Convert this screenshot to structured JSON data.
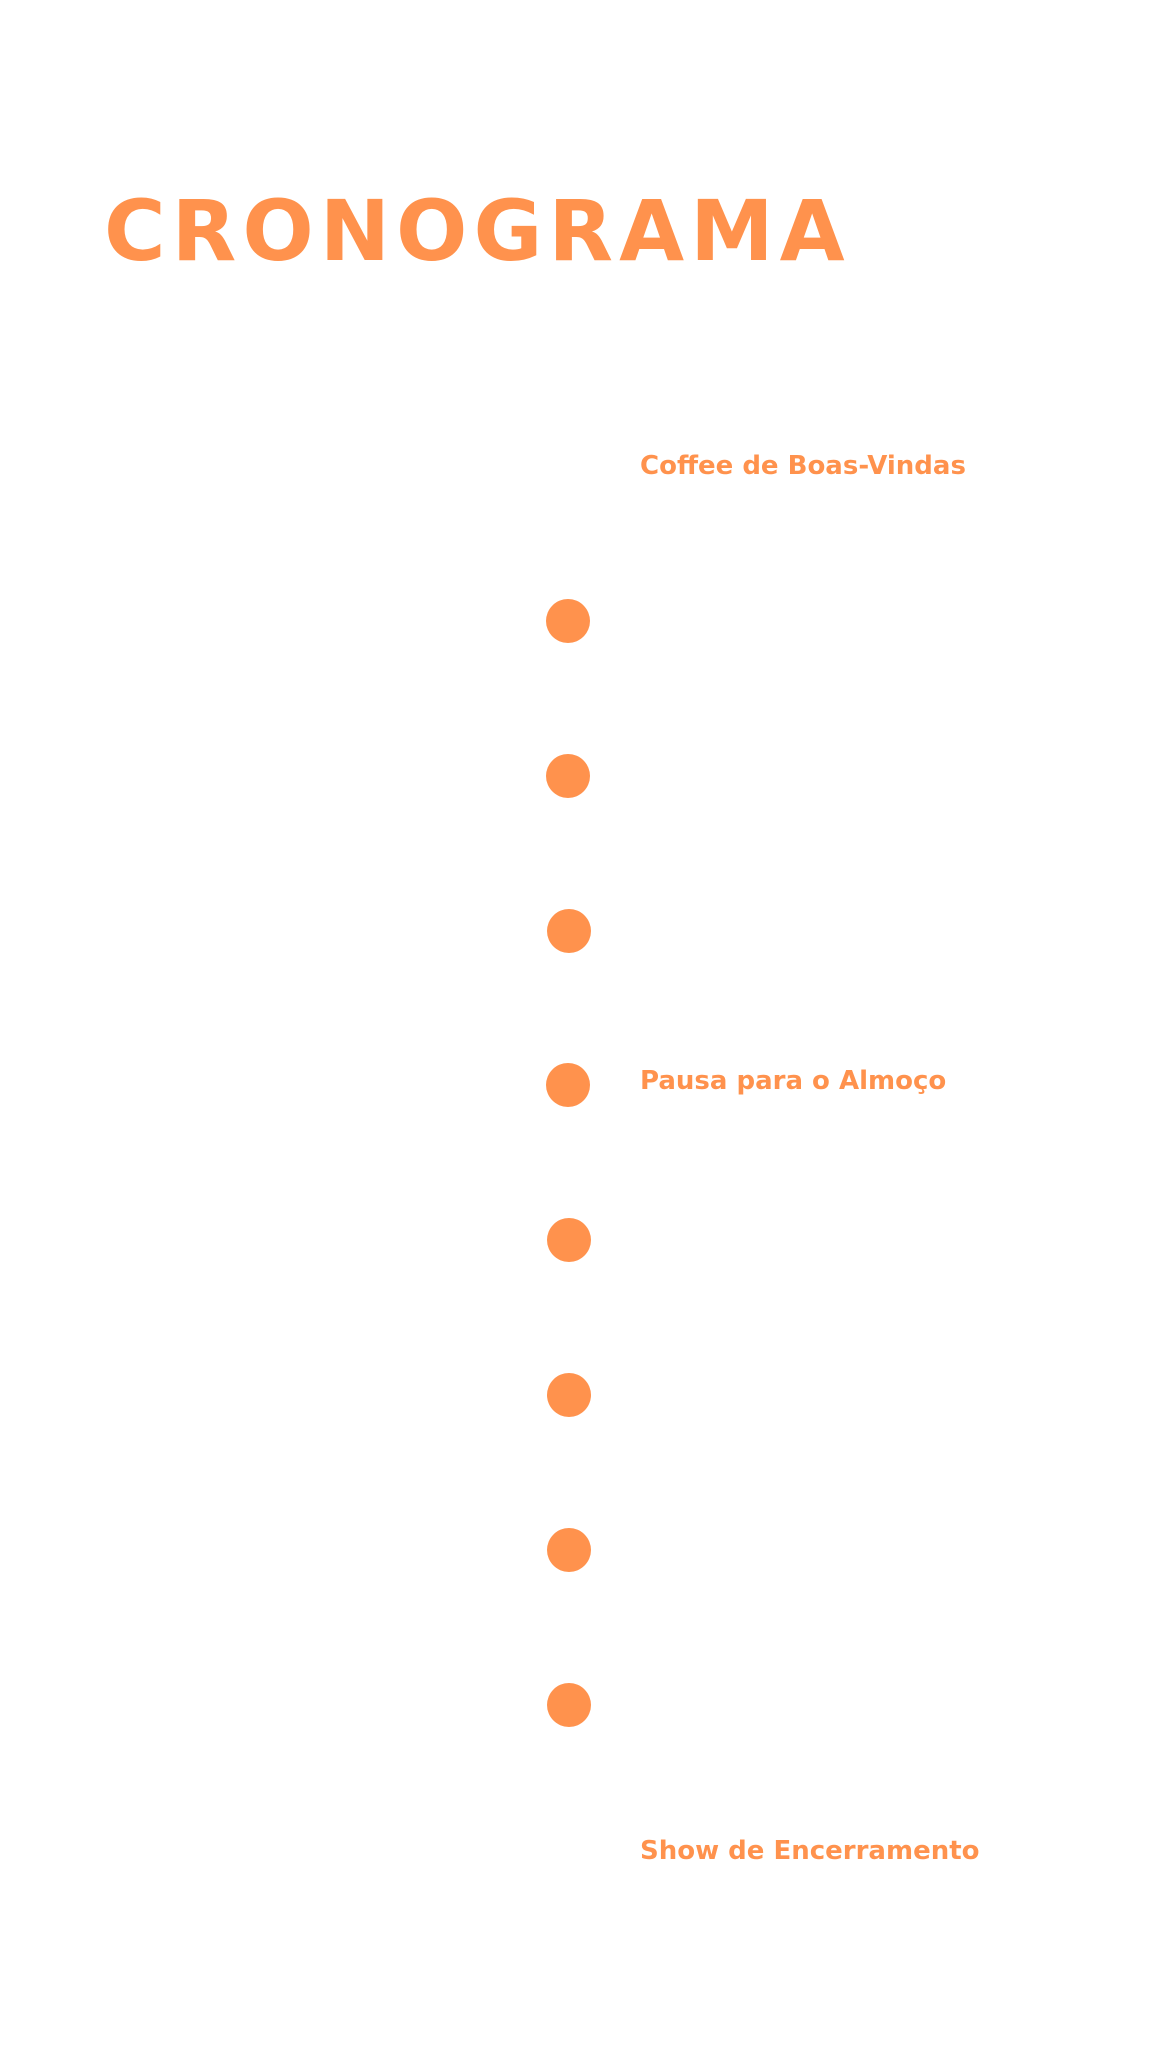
{
  "title": "CRONOGRAMA",
  "accent_color": "#ff924d",
  "schedule_labels": [
    "Coffee de Boas-Vindas",
    "Pausa para o Almoço",
    "Show de Encerramento"
  ],
  "timeline_marker_count": 8
}
